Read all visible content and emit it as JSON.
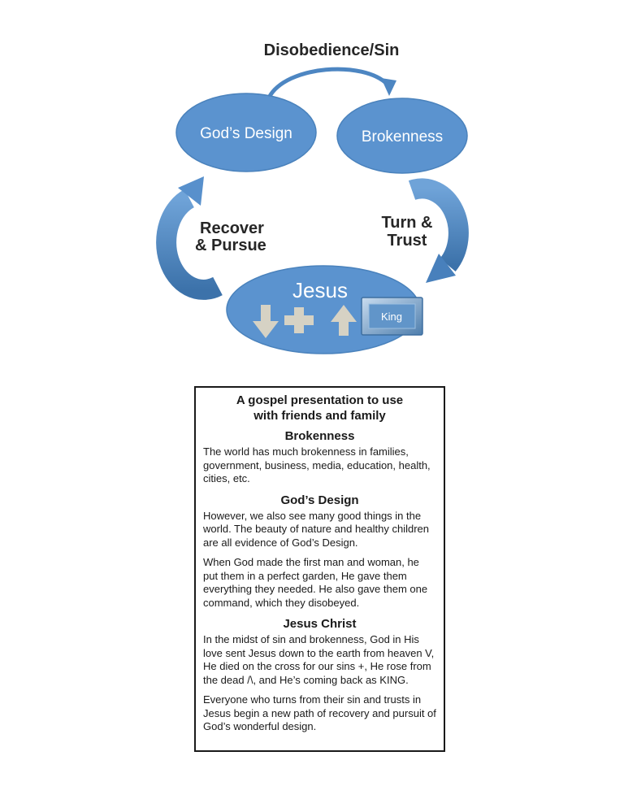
{
  "diagram": {
    "labels": {
      "disobedience_sin": "Disobedience/Sin",
      "gods_design": "God’s Design",
      "brokenness": "Brokenness",
      "jesus": "Jesus",
      "king": "King",
      "recover_line1": "Recover",
      "recover_line2": "& Pursue",
      "turn_line1": "Turn &",
      "turn_line2": "Trust"
    },
    "colors": {
      "node_fill": "#5B93CF",
      "node_stroke": "#4A82BC",
      "arrow_light": "#6FA3D8",
      "arrow_dark": "#3C72AA",
      "arc_stroke": "#4D86C2",
      "icon_fill": "#D6D2C4",
      "label_text": "#262626",
      "node_text": "#FFFFFF",
      "king_inner": "#6195C9",
      "king_border": "#3E6FA0"
    }
  },
  "panel": {
    "title_line1": "A gospel presentation to use",
    "title_line2": "with friends and family",
    "sections": [
      {
        "heading": "Brokenness",
        "paragraphs": [
          "The world has much brokenness in families, government, business, media, education, health, cities, etc."
        ]
      },
      {
        "heading": "God’s Design",
        "paragraphs": [
          "However, we also see many good things in the world. The beauty of nature and healthy children are all evidence of God’s Design.",
          "When God made the first man and woman, he put them in a perfect garden, He gave them everything they needed.  He also gave them one command, which they disobeyed."
        ]
      },
      {
        "heading": "Jesus Christ",
        "paragraphs": [
          "In the midst of sin and brokenness, God in His love sent Jesus down to the earth from heaven V, He died on the cross for our sins +, He rose from the dead /\\, and He’s coming back as KING.",
          "Everyone who turns from their sin and trusts in Jesus begin a new path of recovery and pursuit of God’s wonderful design."
        ]
      }
    ]
  }
}
